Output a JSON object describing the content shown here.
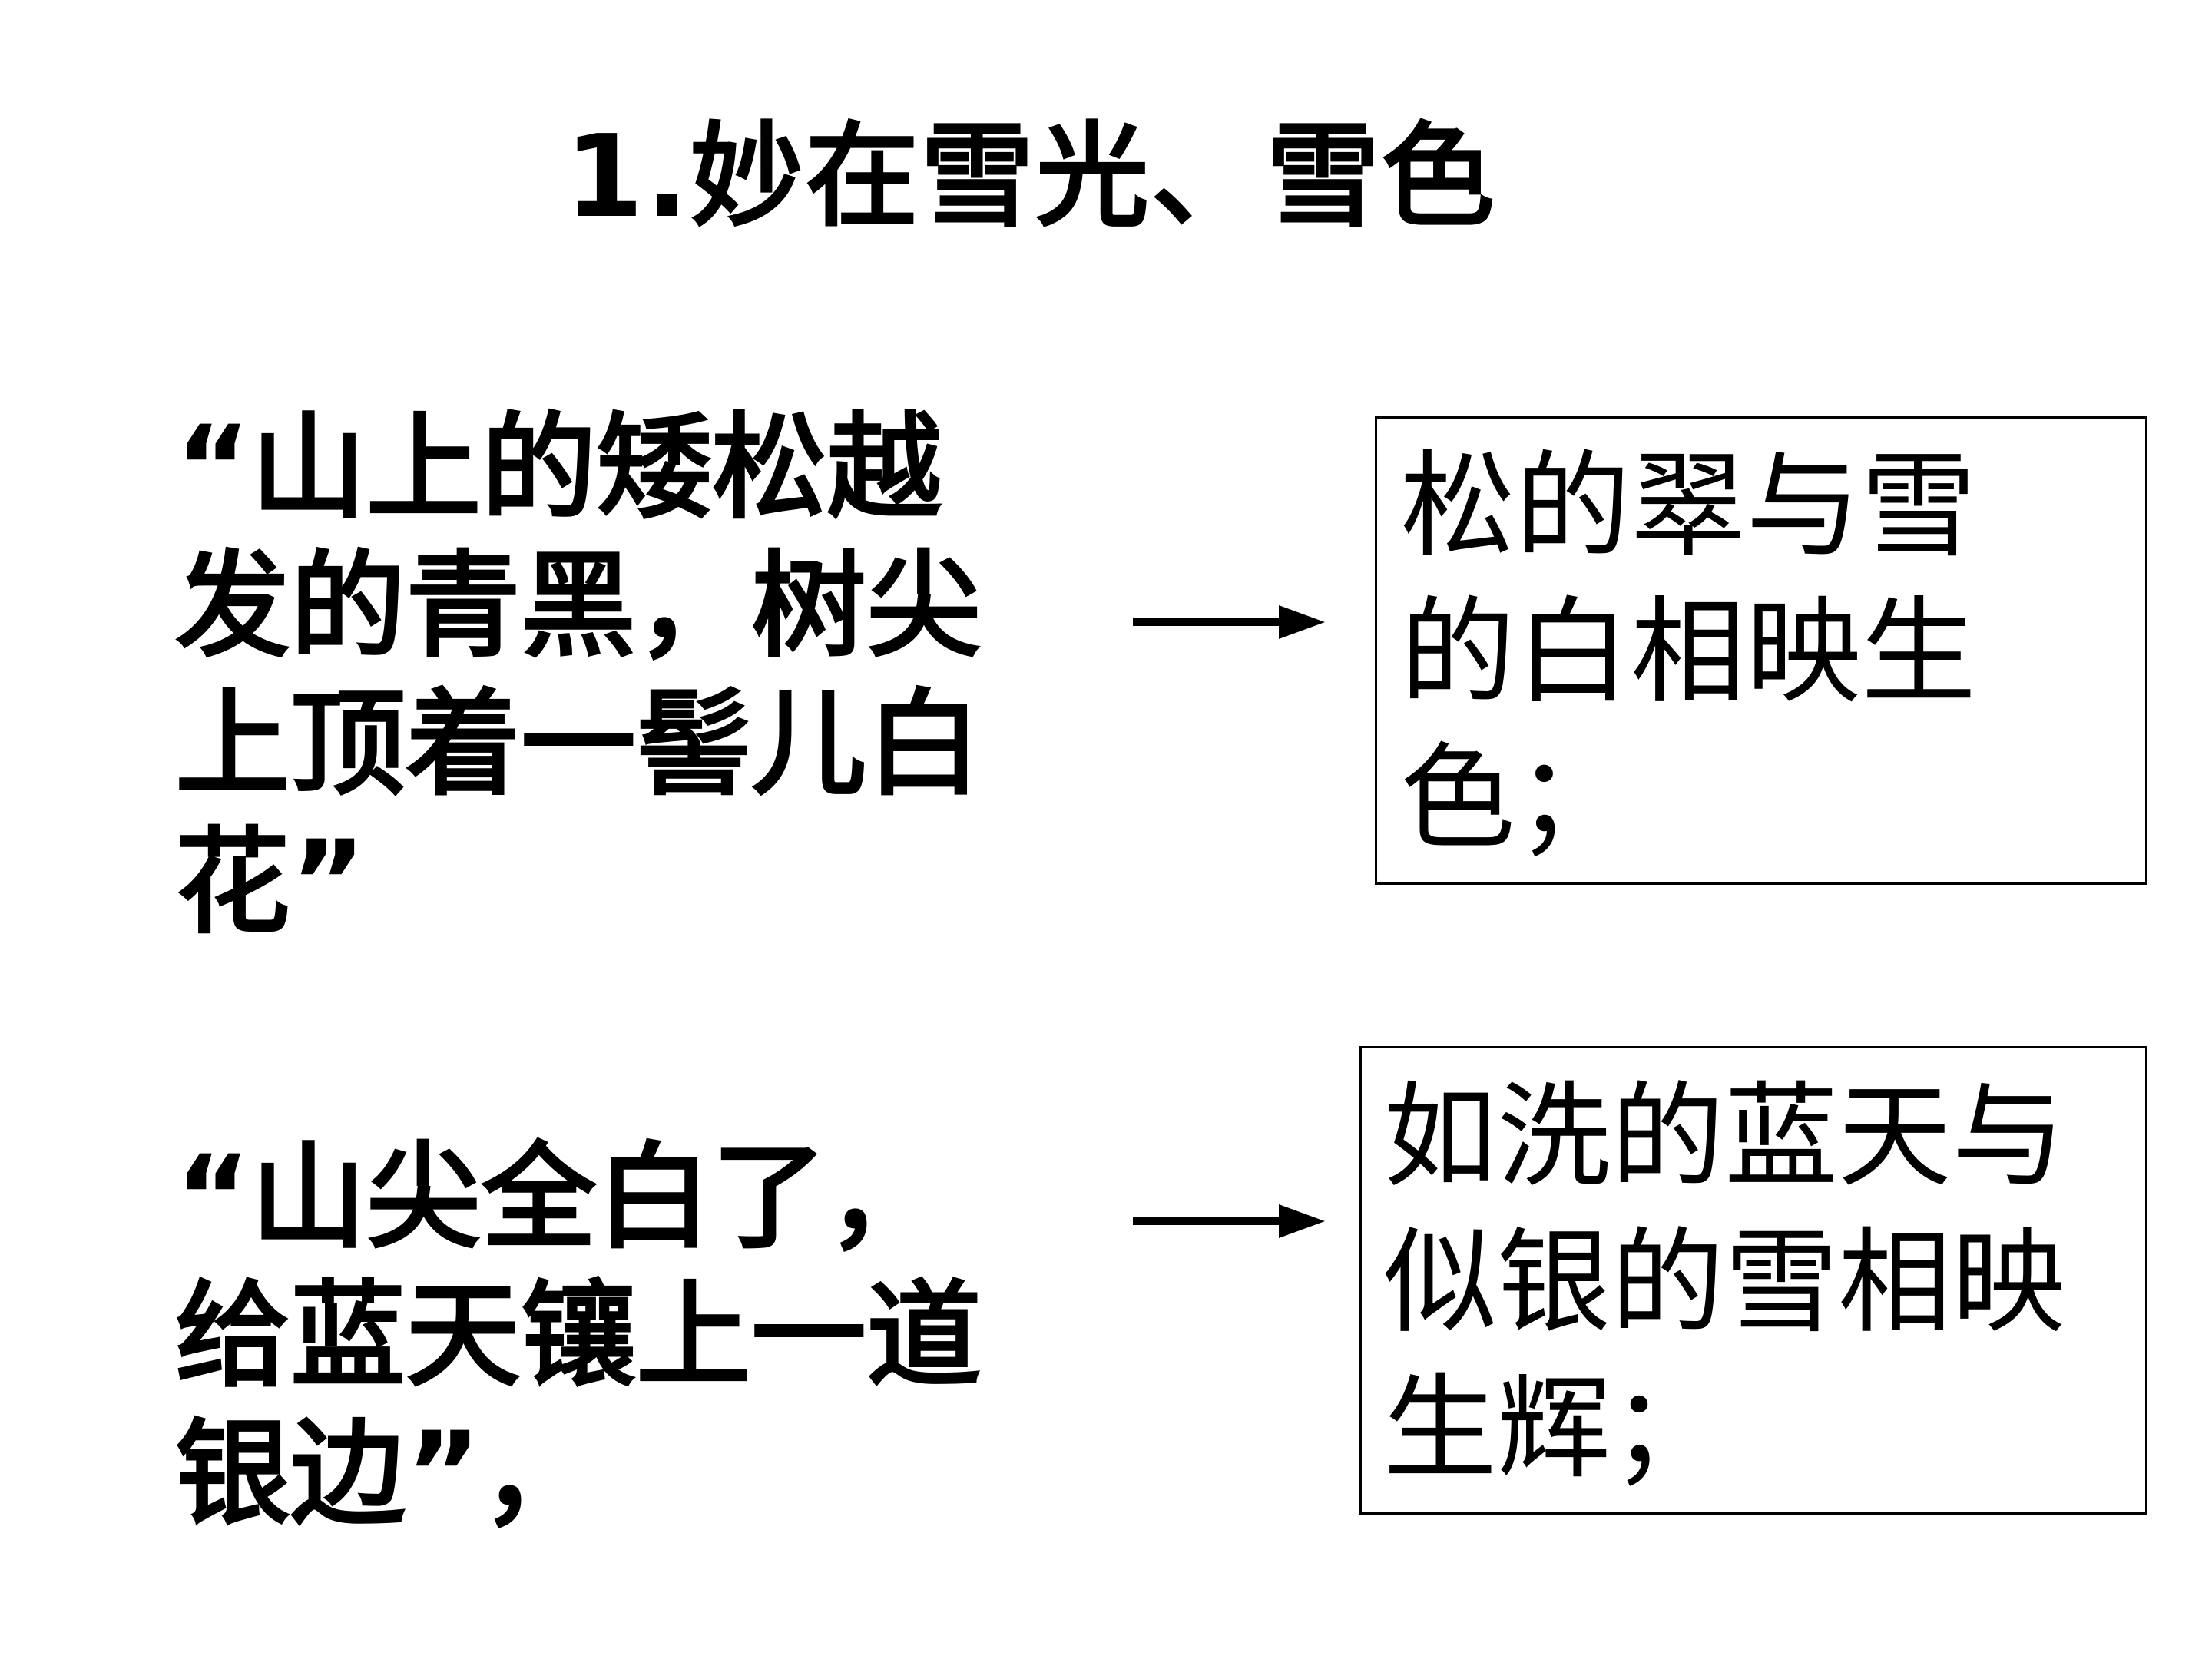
{
  "slide": {
    "title": "1.妙在雪光、雪色",
    "pairs": [
      {
        "quote": "“山上的矮松越\n发的青黑，树尖\n上顶着一髻儿白\n花”",
        "explanation": "松的翠与雪\n的白相映生\n色；"
      },
      {
        "quote": "“山尖全白了，\n给蓝天镶上一道\n银边”，",
        "explanation": "如洗的蓝天与\n似银的雪相映\n生辉；"
      }
    ]
  }
}
